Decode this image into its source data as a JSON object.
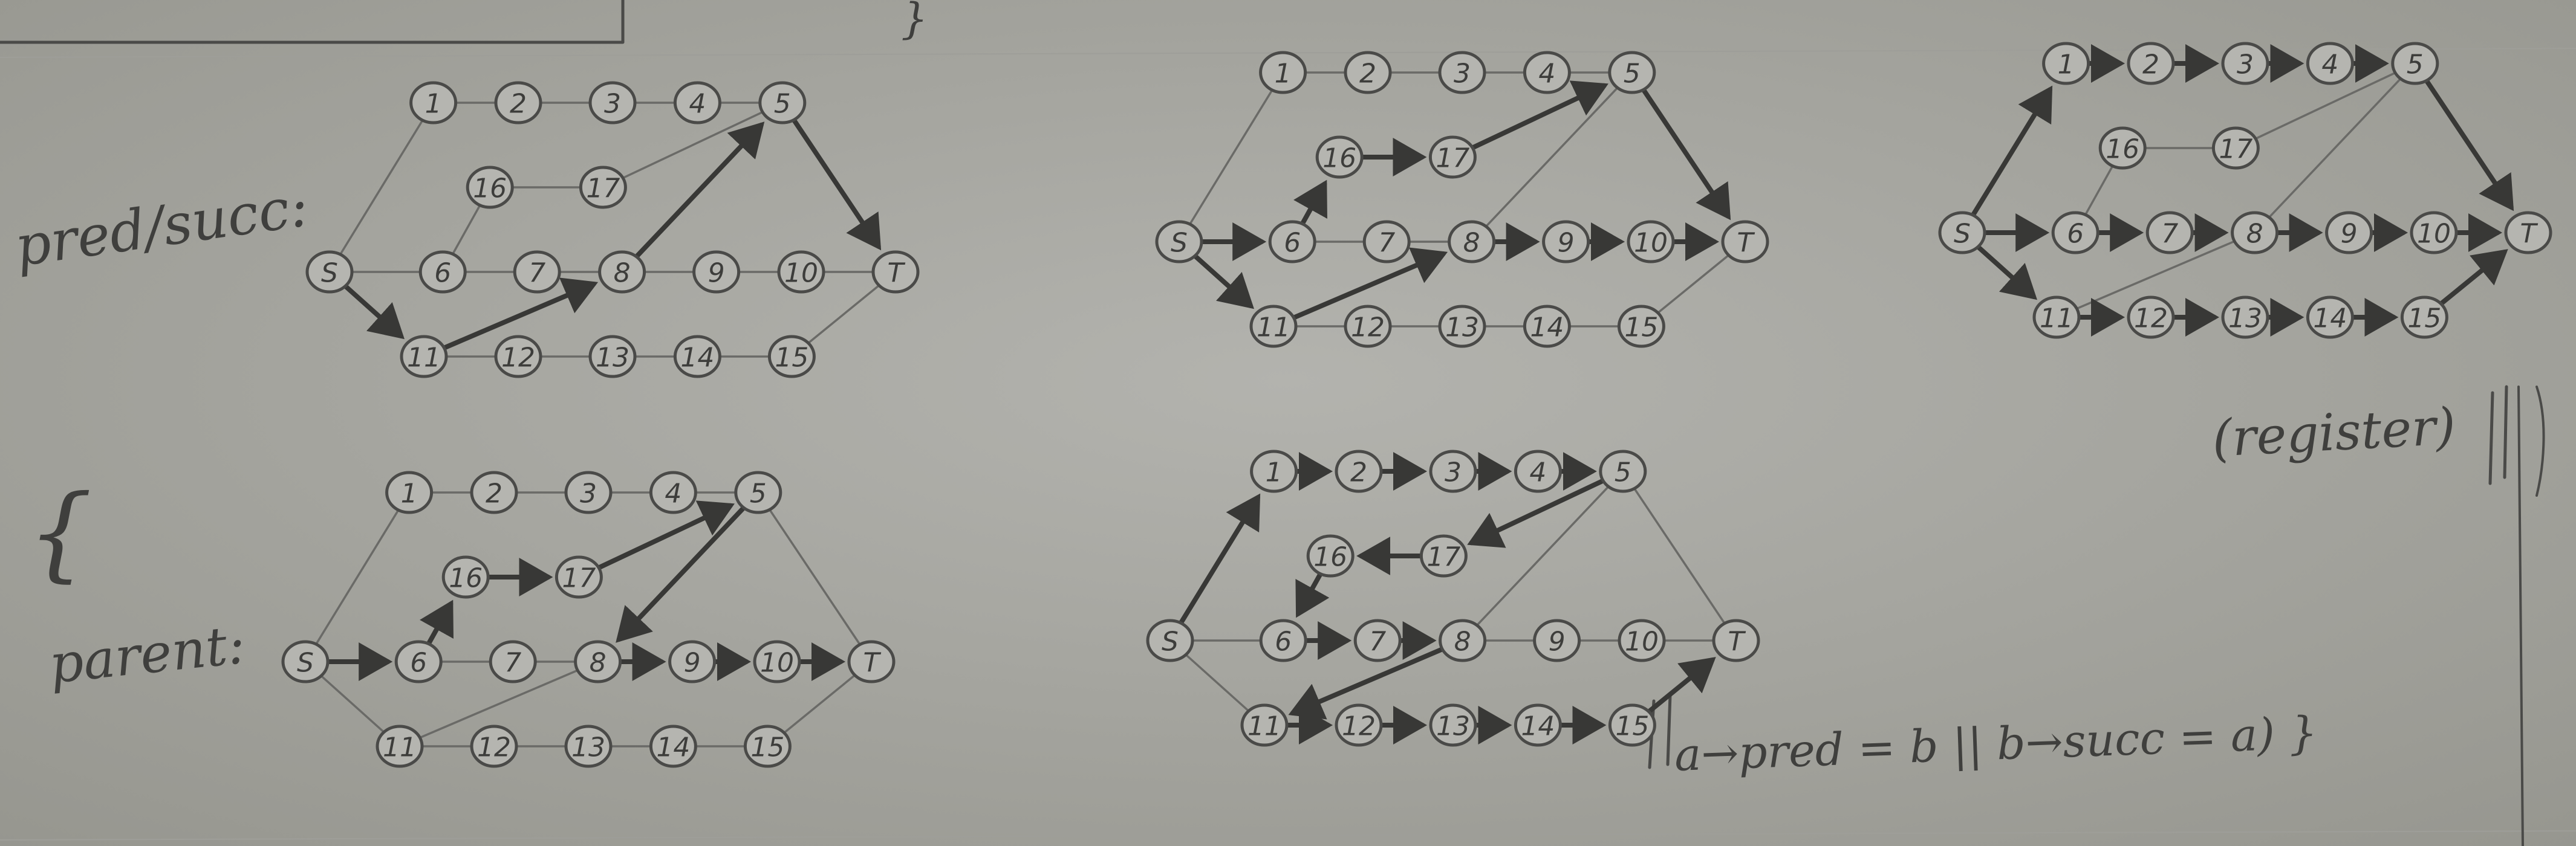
{
  "annotations": {
    "label_pred_succ": "pred/succ:",
    "label_parent": "parent:",
    "brace_open": "{",
    "register_note": "(register)",
    "condition_note": "a→pred = b || b→succ = a) }",
    "top_fragment": "}"
  },
  "node_labels": {
    "S": "S",
    "T": "T",
    "n1": "1",
    "n2": "2",
    "n3": "3",
    "n4": "4",
    "n5": "5",
    "n6": "6",
    "n7": "7",
    "n8": "8",
    "n9": "9",
    "n10": "10",
    "n11": "11",
    "n12": "12",
    "n13": "13",
    "n14": "14",
    "n15": "15",
    "n16": "16",
    "n17": "17"
  },
  "graph": {
    "undirected_edges": [
      [
        "S",
        "n1"
      ],
      [
        "n1",
        "n2"
      ],
      [
        "n2",
        "n3"
      ],
      [
        "n3",
        "n4"
      ],
      [
        "n4",
        "n5"
      ],
      [
        "n5",
        "T"
      ],
      [
        "S",
        "n6"
      ],
      [
        "n6",
        "n7"
      ],
      [
        "n7",
        "n8"
      ],
      [
        "n8",
        "n9"
      ],
      [
        "n9",
        "n10"
      ],
      [
        "n10",
        "T"
      ],
      [
        "S",
        "n11"
      ],
      [
        "n11",
        "n12"
      ],
      [
        "n12",
        "n13"
      ],
      [
        "n13",
        "n14"
      ],
      [
        "n14",
        "n15"
      ],
      [
        "n15",
        "T"
      ],
      [
        "n6",
        "n16"
      ],
      [
        "n16",
        "n17"
      ],
      [
        "n17",
        "n5"
      ],
      [
        "n8",
        "n5"
      ],
      [
        "n11",
        "n8"
      ]
    ],
    "diagrams": [
      {
        "id": "top-left",
        "directed": [
          [
            "S",
            "n11"
          ],
          [
            "n11",
            "n8"
          ],
          [
            "n8",
            "n5"
          ],
          [
            "n5",
            "T"
          ]
        ]
      },
      {
        "id": "top-middle",
        "directed": [
          [
            "S",
            "n6"
          ],
          [
            "n6",
            "n16"
          ],
          [
            "n16",
            "n17"
          ],
          [
            "n17",
            "n5"
          ],
          [
            "n5",
            "T"
          ],
          [
            "S",
            "n11"
          ],
          [
            "n11",
            "n8"
          ],
          [
            "n8",
            "n9"
          ],
          [
            "n9",
            "n10"
          ],
          [
            "n10",
            "T"
          ]
        ]
      },
      {
        "id": "top-right",
        "directed": [
          [
            "S",
            "n1"
          ],
          [
            "n1",
            "n2"
          ],
          [
            "n2",
            "n3"
          ],
          [
            "n3",
            "n4"
          ],
          [
            "n4",
            "n5"
          ],
          [
            "n5",
            "T"
          ],
          [
            "S",
            "n6"
          ],
          [
            "n6",
            "n7"
          ],
          [
            "n7",
            "n8"
          ],
          [
            "n8",
            "n9"
          ],
          [
            "n9",
            "n10"
          ],
          [
            "n10",
            "T"
          ],
          [
            "S",
            "n11"
          ],
          [
            "n11",
            "n12"
          ],
          [
            "n12",
            "n13"
          ],
          [
            "n13",
            "n14"
          ],
          [
            "n14",
            "n15"
          ],
          [
            "n15",
            "T"
          ]
        ]
      },
      {
        "id": "bottom-left",
        "directed": [
          [
            "S",
            "n6"
          ],
          [
            "n6",
            "n16"
          ],
          [
            "n16",
            "n17"
          ],
          [
            "n17",
            "n5"
          ],
          [
            "n5",
            "n8"
          ],
          [
            "n8",
            "n9"
          ],
          [
            "n9",
            "n10"
          ],
          [
            "n10",
            "T"
          ]
        ]
      },
      {
        "id": "bottom-middle",
        "directed": [
          [
            "S",
            "n1"
          ],
          [
            "n1",
            "n2"
          ],
          [
            "n2",
            "n3"
          ],
          [
            "n3",
            "n4"
          ],
          [
            "n4",
            "n5"
          ],
          [
            "n5",
            "n17"
          ],
          [
            "n17",
            "n16"
          ],
          [
            "n16",
            "n6"
          ],
          [
            "n6",
            "n7"
          ],
          [
            "n7",
            "n8"
          ],
          [
            "n8",
            "n11"
          ],
          [
            "n11",
            "n12"
          ],
          [
            "n12",
            "n13"
          ],
          [
            "n13",
            "n14"
          ],
          [
            "n14",
            "n15"
          ],
          [
            "n15",
            "T"
          ]
        ]
      }
    ]
  }
}
